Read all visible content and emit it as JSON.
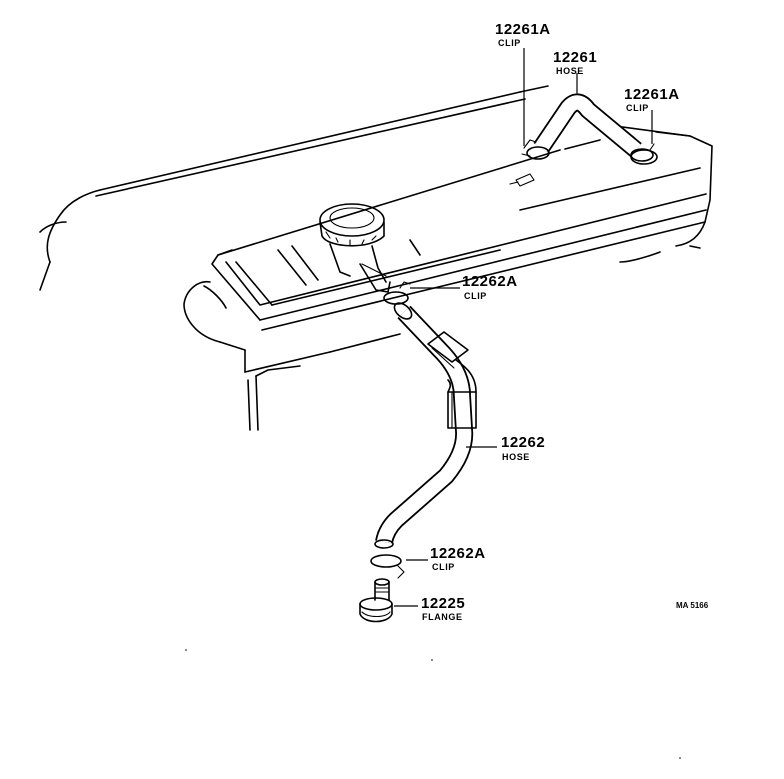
{
  "callouts": [
    {
      "id": "clip-upper-left",
      "part": "12261A",
      "desc": "CLIP"
    },
    {
      "id": "hose-upper",
      "part": "12261",
      "desc": "HOSE"
    },
    {
      "id": "clip-upper-right",
      "part": "12261A",
      "desc": "CLIP"
    },
    {
      "id": "clip-mid",
      "part": "12262A",
      "desc": "CLIP"
    },
    {
      "id": "hose-lower",
      "part": "12262",
      "desc": "HOSE"
    },
    {
      "id": "clip-lower",
      "part": "12262A",
      "desc": "CLIP"
    },
    {
      "id": "flange",
      "part": "12225",
      "desc": "FLANGE"
    }
  ],
  "diagram_code": "MA 5166"
}
